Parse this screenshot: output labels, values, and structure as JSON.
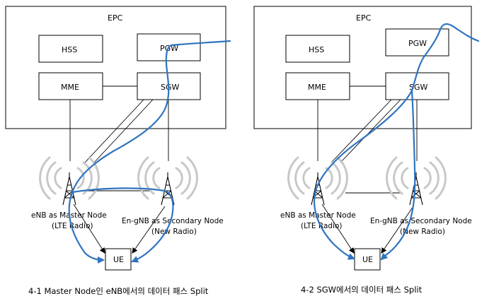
{
  "panels": [
    {
      "epc_label": "EPC",
      "hss_label": "HSS",
      "pgw_label": "PGW",
      "mme_label": "MME",
      "sgw_label": "SGW",
      "enb_line1": "eNB as Master Node",
      "enb_line2": "(LTE Radio)",
      "gnb_line1": "En-gNB as Secondary Node",
      "gnb_line2": "(New Radio)",
      "ue_label": "UE",
      "caption": "4-1 Master Node인 eNB에서의 데이터 패스 Split"
    },
    {
      "epc_label": "EPC",
      "hss_label": "HSS",
      "pgw_label": "PGW",
      "mme_label": "MME",
      "sgw_label": "SGW",
      "enb_line1": "eNB as Master Node",
      "enb_line2": "(LTE Radio)",
      "gnb_line1": "En-gNB as Secondary Node",
      "gnb_line2": "(New Radio)",
      "ue_label": "UE",
      "caption": "4-2 SGW에서의 데이터 패스 Split"
    }
  ],
  "colors": {
    "data_path": "#2f74c0",
    "radio_wave": "#c8c8c8",
    "line": "#000000"
  },
  "icons": [
    "antenna-tower-icon",
    "radio-wave-icon"
  ]
}
